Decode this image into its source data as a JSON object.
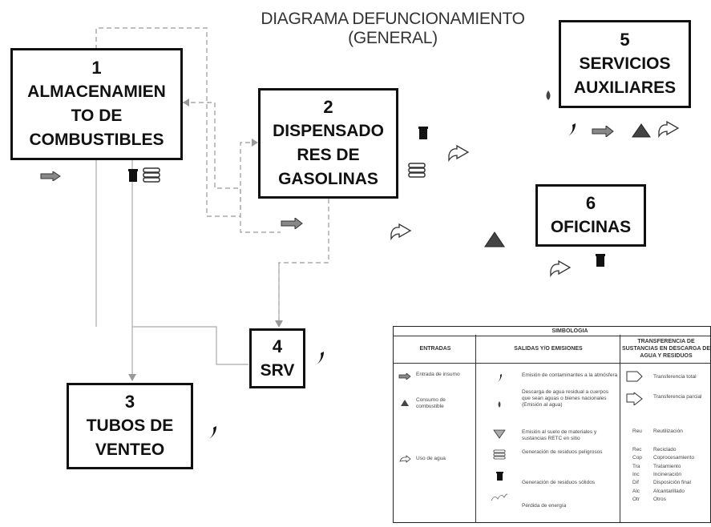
{
  "title": {
    "line1": "DIAGRAMA DEFUNCIONAMIENTO",
    "line2": "(GENERAL)"
  },
  "boxes": [
    {
      "num": "1",
      "l1": "ALMACENAMIEN",
      "l2": "TO DE",
      "l3": "COMBUSTIBLES"
    },
    {
      "num": "2",
      "l1": "DISPENSADO",
      "l2": "RES DE",
      "l3": "GASOLINAS"
    },
    {
      "num": "3",
      "l1": "TUBOS DE",
      "l2": "VENTEO"
    },
    {
      "num": "4",
      "l1": "SRV"
    },
    {
      "num": "5",
      "l1": "SERVICIOS",
      "l2": "AUXILIARES"
    },
    {
      "num": "6",
      "l1": "OFICINAS"
    }
  ],
  "legend": {
    "title": "SIMBOLOGIA",
    "col_entradas": "ENTRADAS",
    "col_salidas": "SALIDAS Y/O EMISIONES",
    "col_transfer": "TRANSFERENCIA DE SUSTANCIAS EN DESCARGA DE AGUA Y RESIDUOS",
    "entradas": [
      "Entrada de insumo",
      "Consumo de combustible",
      "Uso de agua"
    ],
    "salidas": [
      "Emisión de contaminantes a la atmósfera",
      "Descarga de agua residual a cuerpos que sean aguas o bienes nacionales (Emisión al agua)",
      "Emisión al suelo de materiales y sustancias RETC en sitio",
      "Generación de residuos peligrosos",
      "Generación de residuos sólidos",
      "Pérdida de energía"
    ],
    "transfer": [
      {
        "code": "",
        "label": "Transferencia total"
      },
      {
        "code": "",
        "label": "Transferencia parcial"
      },
      {
        "code": "Reu",
        "label": "Reutilización"
      },
      {
        "code": "Rec",
        "label": "Reciclado"
      },
      {
        "code": "Cop",
        "label": "Coprocesamiento"
      },
      {
        "code": "Tra",
        "label": "Tratamiento"
      },
      {
        "code": "Inc",
        "label": "Incineración"
      },
      {
        "code": "Dif",
        "label": "Disposición final"
      },
      {
        "code": "Alc",
        "label": "Alcantarillado"
      },
      {
        "code": "Otr",
        "label": "Otros"
      }
    ]
  },
  "icons": {
    "input_arrow_color": "#555555",
    "triangle_color": "#444444",
    "bin_color": "#111111"
  }
}
